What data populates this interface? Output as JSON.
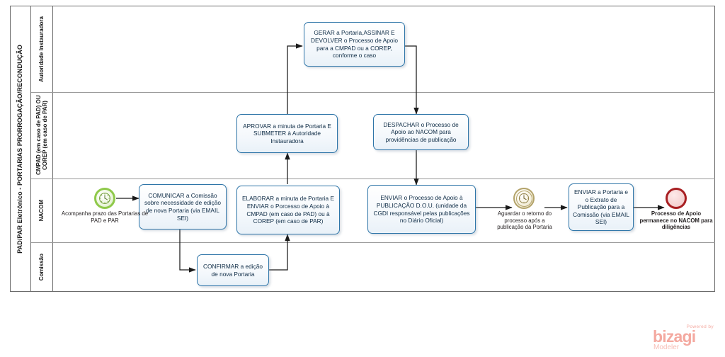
{
  "pool": {
    "title": "PAD/PAR Eletrônico - PORTARIAS PRORROGAÇÃO/RECONDUÇÃO"
  },
  "lanes": [
    {
      "id": "autoridade",
      "label": "Autoridade Instauradora"
    },
    {
      "id": "cmpad",
      "label": "CMPAD (em caso de PAD) OU COREP (em caso de PAR)"
    },
    {
      "id": "nacom",
      "label": "NACOM"
    },
    {
      "id": "comissao",
      "label": "Comissão"
    }
  ],
  "tasks": [
    {
      "id": "gerar",
      "lane": "autoridade",
      "label": "GERAR a Portaria,ASSINAR E DEVOLVER o Processo de Apoio para a CMPAD ou a COREP, conforme o caso"
    },
    {
      "id": "aprovar",
      "lane": "cmpad",
      "label": "APROVAR a minuta de Portaria E SUBMETER à Autoridade Instauradora"
    },
    {
      "id": "despachar",
      "lane": "cmpad",
      "label": "DESPACHAR o Processo de Apoio ao NACOM para providências de publicação"
    },
    {
      "id": "comunicar",
      "lane": "nacom",
      "label": "COMUNICAR a Comissão sobre necessidade de edição de nova Portaria (via EMAIL SEI)"
    },
    {
      "id": "elaborar",
      "lane": "nacom",
      "label": "ELABORAR a minuta de Portaria E ENVIAR o Porcesso de Apoio à CMPAD (em caso de PAD) ou à COREP (em caso de PAR)"
    },
    {
      "id": "enviar_dou",
      "lane": "nacom",
      "label": "ENVIAR o Processo de Apoio à PUBLICAÇÃO D.O.U. (unidade da CGDI responsável pelas publicações no Diário Oficial)"
    },
    {
      "id": "enviar_com",
      "lane": "nacom",
      "label": "ENVIAR a Portaria e o Extrato de Publicação para a Comissão (via EMAIL SEI)"
    },
    {
      "id": "confirmar",
      "lane": "comissao",
      "label": "CONFIRMAR a edição de nova Portaria"
    }
  ],
  "events": [
    {
      "id": "start_timer",
      "type": "timer-start",
      "lane": "nacom",
      "label": "Acompanha prazo das Portarias de PAD e PAR"
    },
    {
      "id": "wait_timer",
      "type": "timer-intermediate",
      "lane": "nacom",
      "label": "Aguardar o retorno do processo após a publicação da Portaria"
    },
    {
      "id": "end",
      "type": "end",
      "lane": "nacom",
      "label": "Processo de Apoio permanece no NACOM para diligências"
    }
  ],
  "watermark": {
    "powered_by": "Powered by",
    "brand": "bizagi",
    "product": "Modeler"
  },
  "colors": {
    "task_border": "#2e75a8",
    "start_event": "#8fc94a",
    "intermediate_event": "#b3a36a",
    "end_event": "#a81f22",
    "pool_border": "#6b6b6b",
    "watermark": "#f4a9a0"
  }
}
